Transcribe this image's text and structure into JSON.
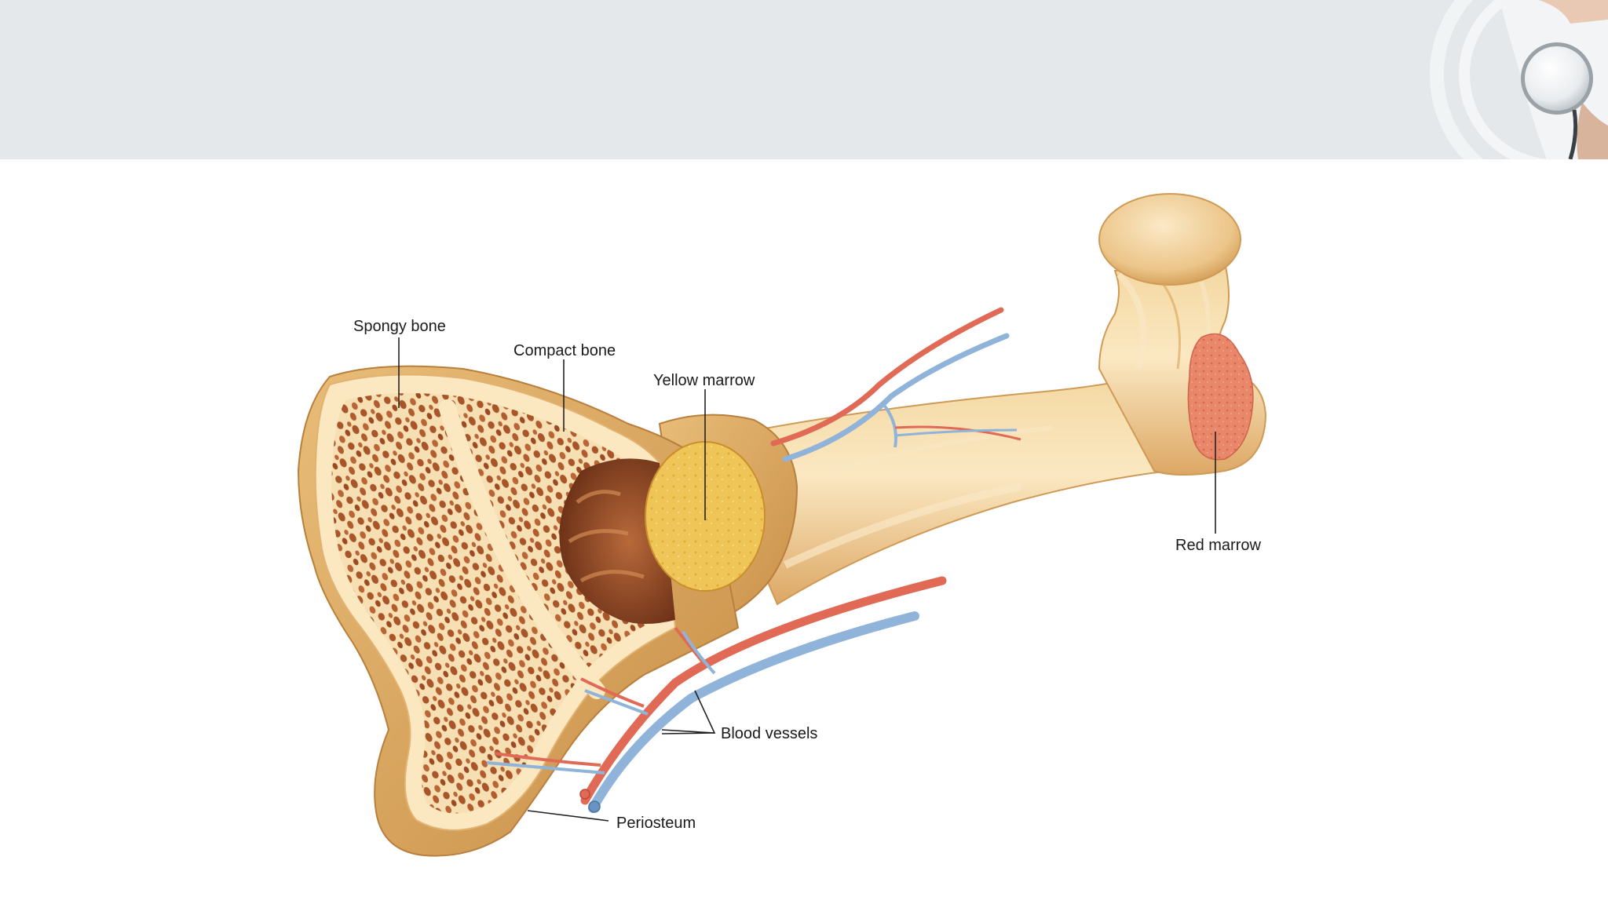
{
  "header": {
    "background_color": "#e5e8eb",
    "decoration": "doctor-stethoscope-photo"
  },
  "diagram": {
    "labels": {
      "spongy_bone": "Spongy bone",
      "compact_bone": "Compact bone",
      "yellow_marrow": "Yellow marrow",
      "red_marrow": "Red marrow",
      "blood_vessels": "Blood vessels",
      "periosteum": "Periosteum"
    },
    "colors": {
      "bone": "#f2cf8c",
      "bone_shadow": "#d9a35a",
      "spongy_pores": "#a8552a",
      "yellow_marrow": "#f2c24a",
      "red_marrow": "#e8876a",
      "artery": "#e06a55",
      "vein": "#8fb3d9"
    }
  }
}
